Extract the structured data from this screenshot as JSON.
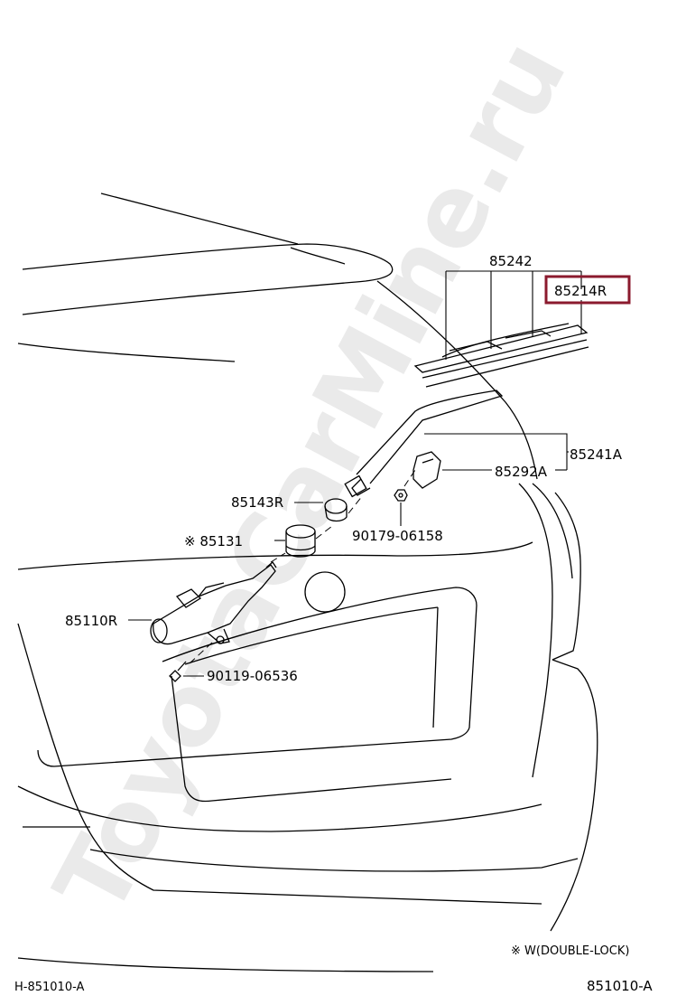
{
  "watermark": "ToyotaCarMine.ru",
  "parts": {
    "p85242": "85242",
    "p85214R": "85214R",
    "p85241A": "85241A",
    "p85292A": "85292A",
    "p85143R": "85143R",
    "p85131": "※ 85131",
    "p90179": "90179-06158",
    "p85110R": "85110R",
    "p90119": "90119-06536"
  },
  "footnote": "※  W(DOUBLE-LOCK)",
  "footer": {
    "left_code": "H-851010-A",
    "right_code": "851010-A"
  },
  "colors": {
    "highlight": "#8b1a2e",
    "line": "#000000",
    "watermark": "#d9d9d9"
  }
}
